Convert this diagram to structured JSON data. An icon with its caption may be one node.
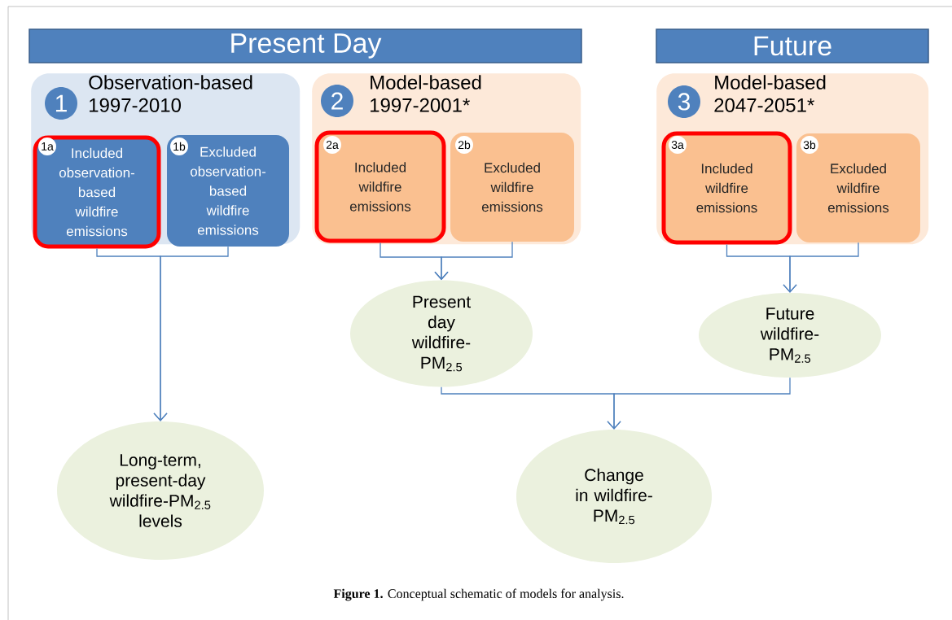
{
  "diagram": {
    "caption": "**Figure 1.** Conceptual schematic of models for analysis.",
    "nodes": [
      {
        "text": [
          "Present Day"
        ]
      },
      {
        "text": [
          "Future"
        ]
      },
      {
        "text": [
          "Observation-based 1997-2010"
        ]
      },
      {
        "text": [
          "1"
        ],
        "in": 2
      },
      {
        "text": [
          "Included observation-based wildfire emissions"
        ],
        "in": 2
      },
      {
        "text": [
          "1a"
        ],
        "in": 4
      },
      {
        "text": [
          "Excluded observation-based wildfire emissions"
        ],
        "in": 2
      },
      {
        "text": [
          "1b"
        ],
        "in": 6
      },
      {
        "text": [
          "Model-based 1997-2001*"
        ]
      },
      {
        "text": [
          "2"
        ],
        "in": 8
      },
      {
        "text": [
          "Included wildfire emissions"
        ],
        "in": 8
      },
      {
        "text": [
          "2a"
        ],
        "in": 10
      },
      {
        "text": [
          "Excluded wildfire emissions"
        ],
        "in": 8
      },
      {
        "text": [
          "2b"
        ],
        "in": 12
      },
      {
        "text": [
          "Model-based 2047-2051*"
        ]
      },
      {
        "text": [
          "3"
        ],
        "in": 14
      },
      {
        "text": [
          "Included wildfire emissions"
        ],
        "in": 14
      },
      {
        "text": [
          "3a"
        ],
        "in": 16
      },
      {
        "text": [
          "Excluded wildfire emissions"
        ],
        "in": 14
      },
      {
        "text": [
          "3b"
        ],
        "in": 18
      },
      {
        "text": [
          "Present day wildfire-PM$_{2.5}$"
        ]
      },
      {
        "text": [
          "Future wildfire-PM$_{2.5}$"
        ]
      },
      {
        "text": [
          "Long-term, present-day wildfire-PM$_{2.5}$ levels"
        ]
      },
      {
        "text": [
          "Change in wildfire-PM$_{2.5}$"
        ]
      }
    ],
    "edges": [
      {
        "from": 4,
        "to": 22,
        "arrow": "to"
      },
      {
        "from": 6,
        "to": 22,
        "arrow": "to"
      },
      {
        "from": 10,
        "to": 20,
        "arrow": "to"
      },
      {
        "from": 12,
        "to": 20,
        "arrow": "to"
      },
      {
        "from": 16,
        "to": 21,
        "arrow": "to"
      },
      {
        "from": 18,
        "to": 21,
        "arrow": "to"
      },
      {
        "from": 20,
        "to": 23,
        "arrow": "to"
      },
      {
        "from": 21,
        "to": 23,
        "arrow": "to"
      }
    ]
  }
}
